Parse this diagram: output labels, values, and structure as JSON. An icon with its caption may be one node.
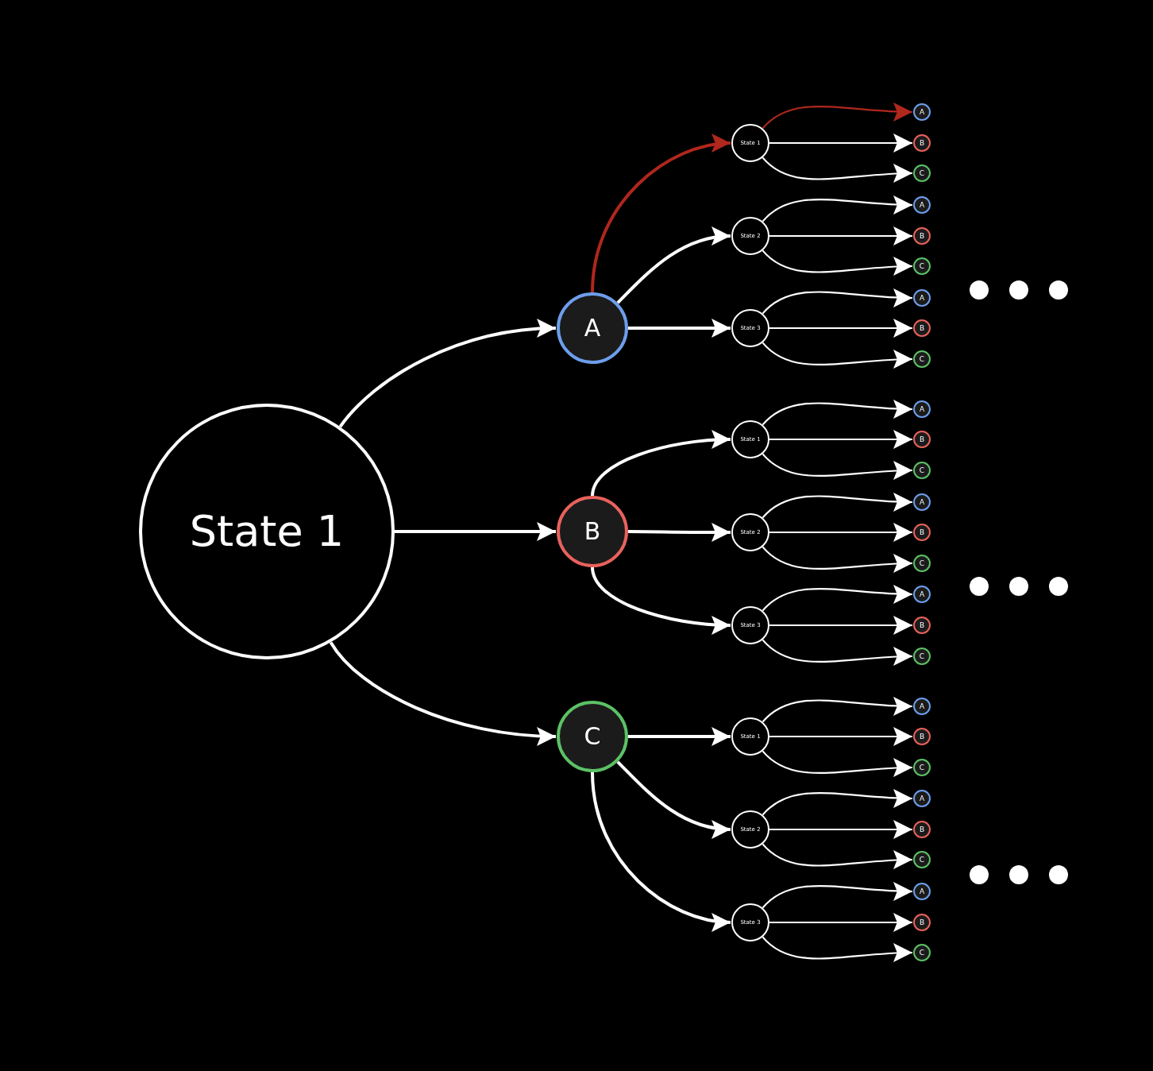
{
  "diagram": {
    "nodes": [
      {
        "text": [
          "State 1"
        ]
      },
      {
        "text": [
          "A"
        ]
      },
      {
        "text": [
          "B"
        ]
      },
      {
        "text": [
          "C"
        ]
      },
      {
        "text": [
          "State 1"
        ]
      },
      {
        "text": [
          "State 2"
        ]
      },
      {
        "text": [
          "State 3"
        ]
      },
      {
        "text": [
          "State 1"
        ]
      },
      {
        "text": [
          "State 2"
        ]
      },
      {
        "text": [
          "State 3"
        ]
      },
      {
        "text": [
          "State 1"
        ]
      },
      {
        "text": [
          "State 2"
        ]
      },
      {
        "text": [
          "State 3"
        ]
      },
      {
        "text": [
          "A"
        ]
      },
      {
        "text": [
          "B"
        ]
      },
      {
        "text": [
          "C"
        ]
      },
      {
        "text": [
          "A"
        ]
      },
      {
        "text": [
          "B"
        ]
      },
      {
        "text": [
          "C"
        ]
      },
      {
        "text": [
          "A"
        ]
      },
      {
        "text": [
          "B"
        ]
      },
      {
        "text": [
          "C"
        ]
      },
      {
        "text": [
          "A"
        ]
      },
      {
        "text": [
          "B"
        ]
      },
      {
        "text": [
          "C"
        ]
      },
      {
        "text": [
          "A"
        ]
      },
      {
        "text": [
          "B"
        ]
      },
      {
        "text": [
          "C"
        ]
      },
      {
        "text": [
          "A"
        ]
      },
      {
        "text": [
          "B"
        ]
      },
      {
        "text": [
          "C"
        ]
      },
      {
        "text": [
          "A"
        ]
      },
      {
        "text": [
          "B"
        ]
      },
      {
        "text": [
          "C"
        ]
      },
      {
        "text": [
          "A"
        ]
      },
      {
        "text": [
          "B"
        ]
      },
      {
        "text": [
          "C"
        ]
      },
      {
        "text": [
          "A"
        ]
      },
      {
        "text": [
          "B"
        ]
      },
      {
        "text": [
          "C"
        ]
      }
    ],
    "edges": [
      {
        "from": 0,
        "to": 1,
        "arrow": "to"
      },
      {
        "from": 0,
        "to": 2,
        "arrow": "to"
      },
      {
        "from": 0,
        "to": 3,
        "arrow": "to"
      },
      {
        "from": 1,
        "to": 4,
        "arrow": "to",
        "color": "#b0271d"
      },
      {
        "from": 1,
        "to": 5,
        "arrow": "to"
      },
      {
        "from": 1,
        "to": 6,
        "arrow": "to"
      },
      {
        "from": 2,
        "to": 7,
        "arrow": "to"
      },
      {
        "from": 2,
        "to": 8,
        "arrow": "to"
      },
      {
        "from": 2,
        "to": 9,
        "arrow": "to"
      },
      {
        "from": 3,
        "to": 10,
        "arrow": "to"
      },
      {
        "from": 3,
        "to": 11,
        "arrow": "to"
      },
      {
        "from": 3,
        "to": 12,
        "arrow": "to"
      },
      {
        "from": 4,
        "to": 13,
        "arrow": "to",
        "color": "#b0271d"
      },
      {
        "from": 4,
        "to": 14,
        "arrow": "to"
      },
      {
        "from": 4,
        "to": 15,
        "arrow": "to"
      },
      {
        "from": 5,
        "to": 16,
        "arrow": "to"
      },
      {
        "from": 5,
        "to": 17,
        "arrow": "to"
      },
      {
        "from": 5,
        "to": 18,
        "arrow": "to"
      },
      {
        "from": 6,
        "to": 19,
        "arrow": "to"
      },
      {
        "from": 6,
        "to": 20,
        "arrow": "to"
      },
      {
        "from": 6,
        "to": 21,
        "arrow": "to"
      },
      {
        "from": 7,
        "to": 22,
        "arrow": "to"
      },
      {
        "from": 7,
        "to": 23,
        "arrow": "to"
      },
      {
        "from": 7,
        "to": 24,
        "arrow": "to"
      },
      {
        "from": 8,
        "to": 25,
        "arrow": "to"
      },
      {
        "from": 8,
        "to": 26,
        "arrow": "to"
      },
      {
        "from": 8,
        "to": 27,
        "arrow": "to"
      },
      {
        "from": 9,
        "to": 28,
        "arrow": "to"
      },
      {
        "from": 9,
        "to": 29,
        "arrow": "to"
      },
      {
        "from": 9,
        "to": 30,
        "arrow": "to"
      },
      {
        "from": 10,
        "to": 31,
        "arrow": "to"
      },
      {
        "from": 10,
        "to": 32,
        "arrow": "to"
      },
      {
        "from": 10,
        "to": 33,
        "arrow": "to"
      },
      {
        "from": 11,
        "to": 34,
        "arrow": "to"
      },
      {
        "from": 11,
        "to": 35,
        "arrow": "to"
      },
      {
        "from": 11,
        "to": 36,
        "arrow": "to"
      },
      {
        "from": 12,
        "to": 37,
        "arrow": "to"
      },
      {
        "from": 12,
        "to": 38,
        "arrow": "to"
      },
      {
        "from": 12,
        "to": 39,
        "arrow": "to"
      }
    ]
  }
}
